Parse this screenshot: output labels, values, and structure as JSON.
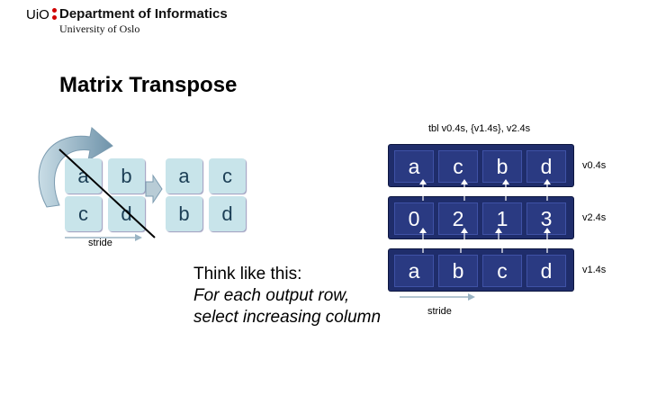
{
  "header": {
    "logo": "UiO",
    "department": "Department of Informatics",
    "university": "University of Oslo",
    "brand_color": "#d00000"
  },
  "slide": {
    "title": "Matrix Transpose"
  },
  "left_matrix": {
    "cells": [
      "a",
      "b",
      "c",
      "d"
    ],
    "stride_label": "stride"
  },
  "right_matrix": {
    "cells": [
      "a",
      "c",
      "b",
      "d"
    ]
  },
  "instruction": {
    "tbl_label": "tbl v0.4s, {v1.4s}, v2.4s",
    "rows": [
      {
        "cells": [
          "a",
          "c",
          "b",
          "d"
        ],
        "label": "v0.4s"
      },
      {
        "cells": [
          "0",
          "2",
          "1",
          "3"
        ],
        "label": "v2.4s"
      },
      {
        "cells": [
          "a",
          "b",
          "c",
          "d"
        ],
        "label": "v1.4s"
      }
    ],
    "stride_label": "stride"
  },
  "hint": {
    "line1": "Think like this:",
    "line2": "For each output row,",
    "line3": "select increasing column"
  }
}
